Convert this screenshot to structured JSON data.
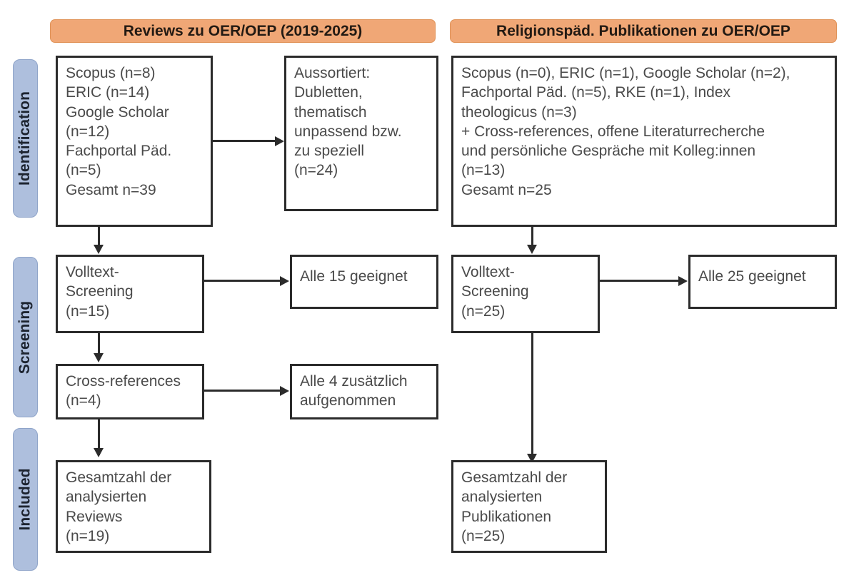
{
  "figure": {
    "type": "prisma-flow-diagram",
    "stages": [
      {
        "key": "identification",
        "label": "Identification"
      },
      {
        "key": "screening",
        "label": "Screening"
      },
      {
        "key": "included",
        "label": "Included"
      }
    ],
    "columns": [
      {
        "key": "reviews",
        "header": "Reviews zu OER/OEP (2019-2025)"
      },
      {
        "key": "publikationen",
        "header": "Religionspäd. Publikationen zu OER/OEP"
      }
    ],
    "colors": {
      "stage_pill_fill": "#aebfdd",
      "stage_pill_border": "#8fa4c9",
      "column_header_fill": "#f0a776",
      "column_header_border": "#e09257",
      "box_border": "#2b2b2b",
      "box_fill": "#ffffff",
      "text": "#4a4a4a",
      "connector": "#2b2b2b",
      "background": "#ffffff"
    },
    "boxes": {
      "left_identification_sources": "Scopus (n=8)\nERIC (n=14)\nGoogle Scholar\n(n=12)\nFachportal Päd.\n(n=5)\nGesamt n=39",
      "left_excluded": "Aussortiert:\nDubletten,\nthematisch\nunpassend bzw.\nzu speziell\n(n=24)",
      "left_fulltext_screening": "Volltext-\nScreening\n(n=15)",
      "left_all_eligible": "Alle 15 geeignet",
      "left_cross_references": "Cross-references\n(n=4)",
      "left_cross_ref_included": "Alle 4 zusätzlich\naufgenommen",
      "left_total_included": "Gesamtzahl der\nanalysierten\nReviews\n(n=19)",
      "right_identification_sources": "Scopus (n=0), ERIC (n=1), Google Scholar (n=2),\nFachportal Päd. (n=5), RKE (n=1), Index\ntheologicus (n=3)\n+ Cross-references, offene Literaturrecherche\nund persönliche Gespräche mit Kolleg:innen\n(n=13)\nGesamt n=25",
      "right_fulltext_screening": "Volltext-\nScreening\n(n=25)",
      "right_all_eligible": "Alle 25 geeignet",
      "right_total_included": "Gesamtzahl der\nanalysierten\nPublikationen\n(n=25)"
    },
    "counts": {
      "left_scopus": 8,
      "left_eric": 14,
      "left_google_scholar": 12,
      "left_fachportal": 5,
      "left_total_identified": 39,
      "left_excluded": 24,
      "left_fulltext_screened": 15,
      "left_eligible": 15,
      "left_cross_references": 4,
      "left_cross_ref_added": 4,
      "left_included": 19,
      "right_scopus": 0,
      "right_eric": 1,
      "right_google_scholar": 2,
      "right_fachportal": 5,
      "right_rke": 1,
      "right_index_theologicus": 3,
      "right_additional": 13,
      "right_total_identified": 25,
      "right_fulltext_screened": 25,
      "right_eligible": 25,
      "right_included": 25
    }
  }
}
